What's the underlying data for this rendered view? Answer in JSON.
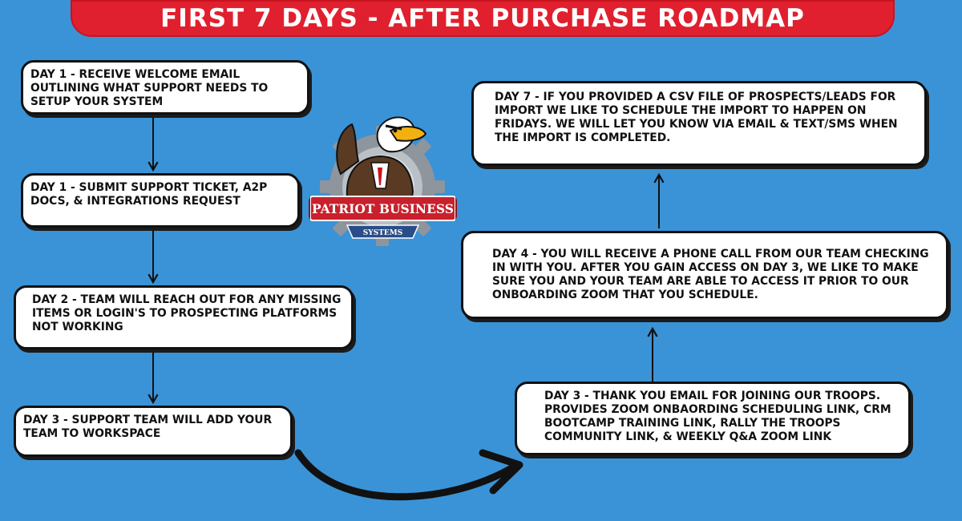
{
  "title": "FIRST 7 DAYS - AFTER PURCHASE ROADMAP",
  "logo": {
    "name": "PATRIOT BUSINESS",
    "sub": "SYSTEMS"
  },
  "steps": [
    {
      "id": "day1-email",
      "text": "DAY 1 - RECEIVE WELCOME EMAIL OUTLINING WHAT SUPPORT NEEDS TO SETUP YOUR SYSTEM"
    },
    {
      "id": "day1-ticket",
      "text": "DAY 1 - SUBMIT SUPPORT TICKET, A2P DOCS, & INTEGRATIONS REQUEST"
    },
    {
      "id": "day2-reach",
      "text": "DAY 2 - TEAM WILL REACH OUT FOR ANY MISSING ITEMS OR LOGIN'S TO PROSPECTING PLATFORMS NOT WORKING"
    },
    {
      "id": "day3-workspace",
      "text": "DAY 3 - SUPPORT TEAM WILL ADD YOUR TEAM TO WORKSPACE"
    },
    {
      "id": "day3-thankyou",
      "text": "DAY 3 - THANK YOU EMAIL FOR JOINING OUR TROOPS. PROVIDES ZOOM ONBAORDING SCHEDULING  LINK, CRM BOOTCAMP TRAINING LINK, RALLY THE TROOPS COMMUNITY LINK, & WEEKLY Q&A ZOOM LINK"
    },
    {
      "id": "day4-call",
      "text": "DAY 4 - YOU WILL RECEIVE A PHONE CALL FROM OUR TEAM CHECKING IN WITH YOU. AFTER YOU GAIN ACCESS ON DAY 3, WE LIKE TO MAKE SURE YOU AND YOUR TEAM ARE ABLE TO ACCESS IT PRIOR TO OUR ONBOARDING ZOOM THAT YOU SCHEDULE."
    },
    {
      "id": "day7-import",
      "text": "DAY 7 - IF YOU PROVIDED A CSV FILE OF PROSPECTS/LEADS FOR IMPORT WE LIKE TO SCHEDULE THE IMPORT TO HAPPEN ON FRIDAYS. WE WILL LET YOU KNOW VIA EMAIL & TEXT/SMS WHEN THE IMPORT IS COMPLETED."
    }
  ],
  "colors": {
    "background": "#3a93d6",
    "banner": "#e0202e",
    "box": "#ffffff",
    "arrow": "#111111"
  }
}
